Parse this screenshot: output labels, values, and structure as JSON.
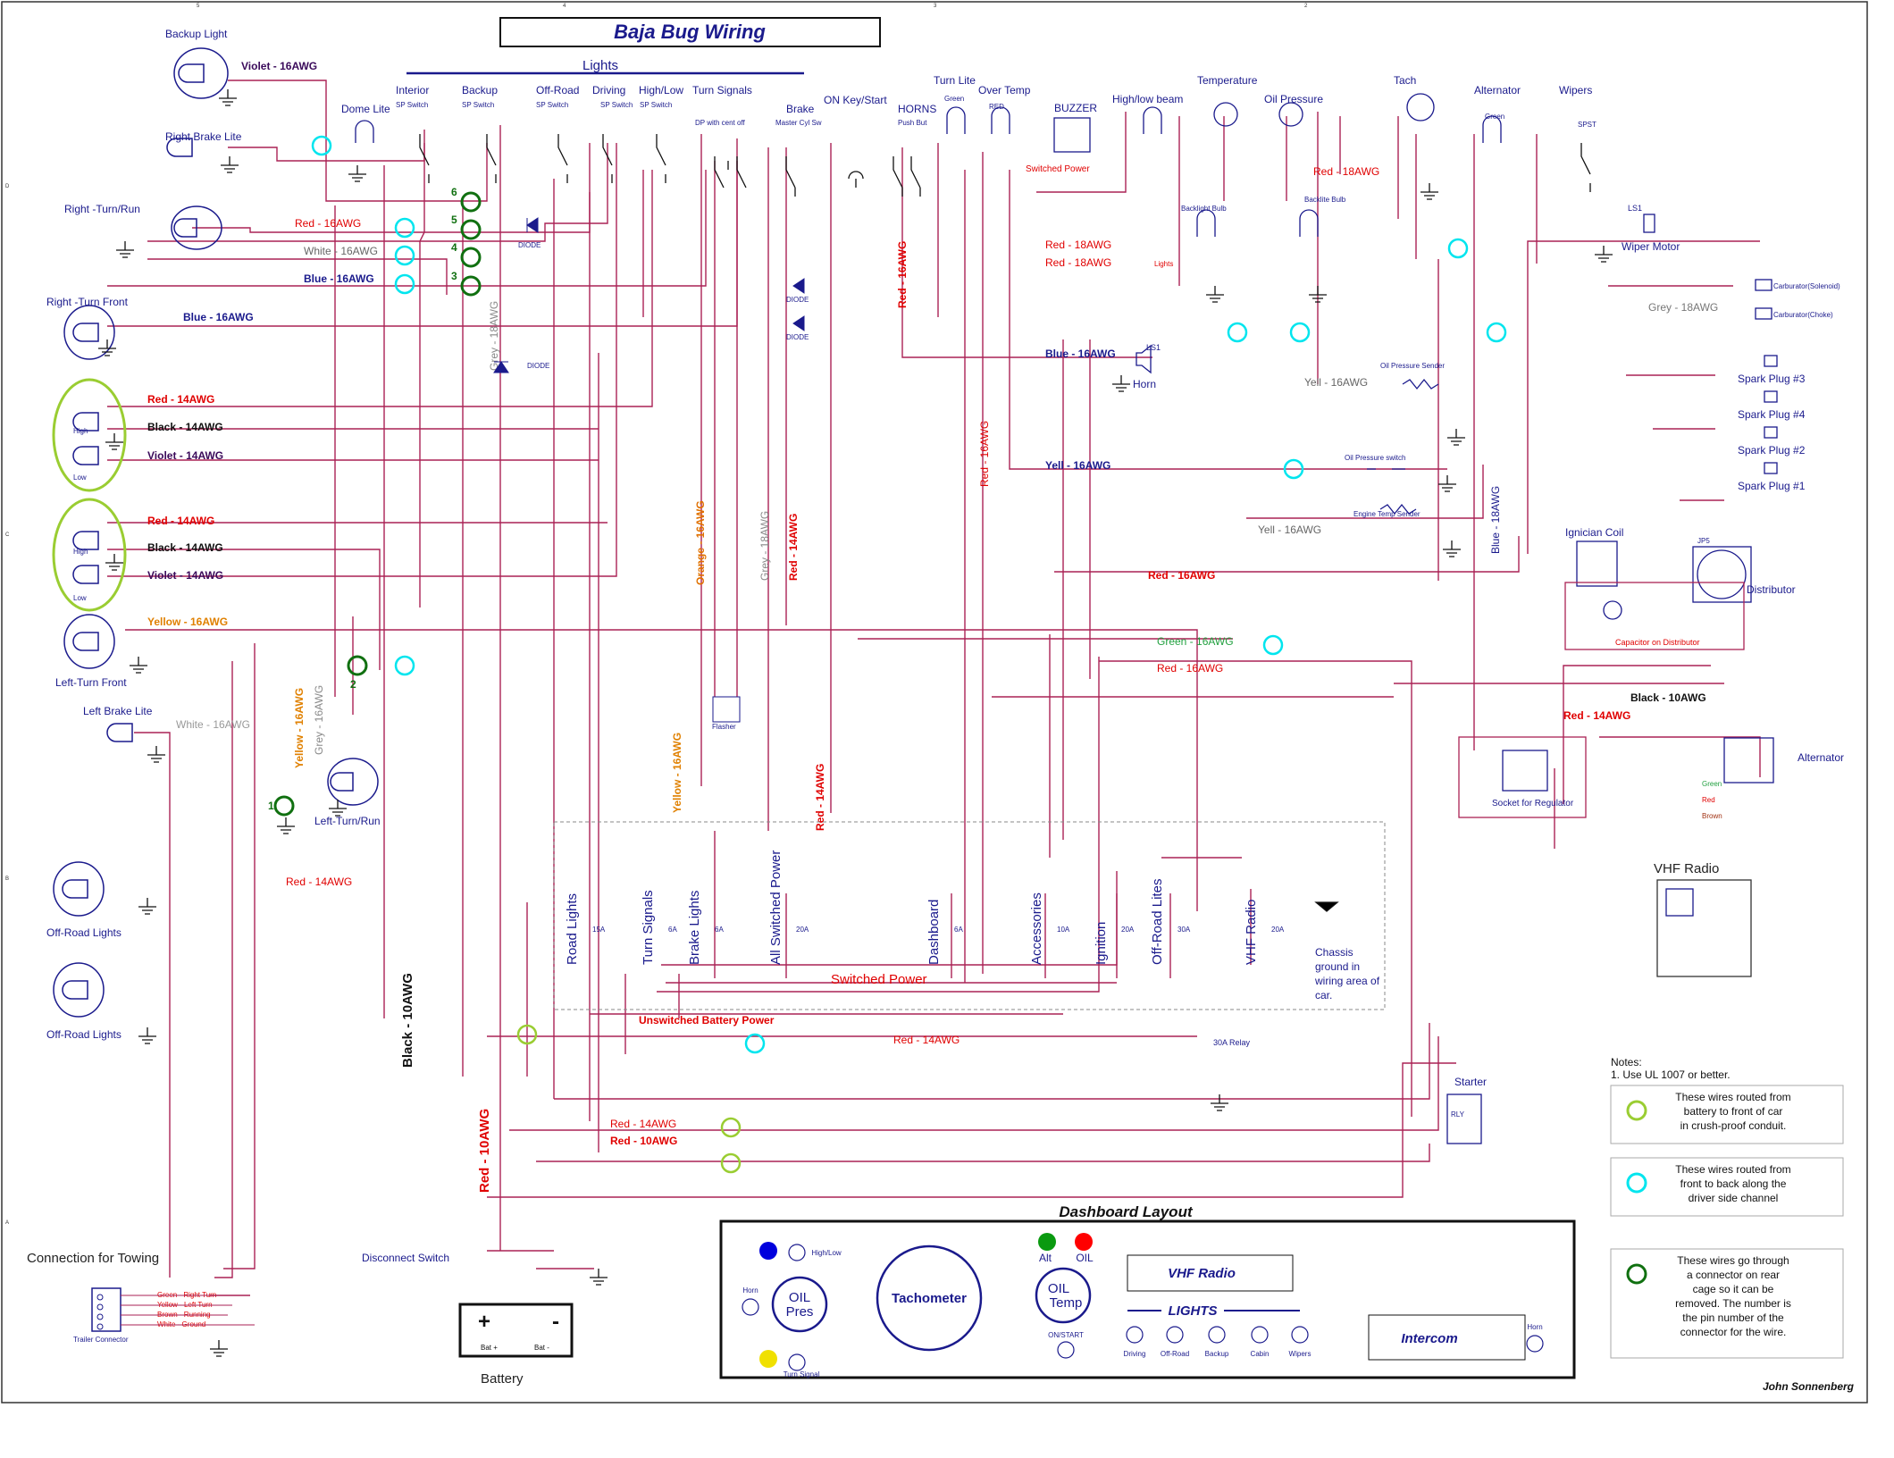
{
  "title": "Baja Bug Wiring",
  "author": "John Sonnenberg",
  "lights_group": "Lights",
  "border": {
    "cols": [
      "5",
      "4",
      "3",
      "2"
    ],
    "rows": [
      "D",
      "C",
      "B",
      "A"
    ]
  },
  "labels": {
    "backup_light": "Backup Light",
    "right_brake": "Right Brake Lite",
    "right_turn_run": "Right -Turn/Run",
    "right_turn_front": "Right -Turn Front",
    "left_turn_front": "Left-Turn Front",
    "left_brake": "Left Brake Lite",
    "left_turn_run": "Left-Turn/Run",
    "offroad1": "Off-Road Lights",
    "offroad2": "Off-Road Lights",
    "towing": "Connection for Towing",
    "trailer_connector": "Trailer Connector",
    "disconnect": "Disconnect Switch",
    "battery": "Battery",
    "bat_plus": "Bat +",
    "bat_minus": "Bat -",
    "dome": "Dome Lite",
    "interior": "Interior",
    "backup": "Backup",
    "offroad": "Off-Road",
    "driving": "Driving",
    "highlow": "High/Low",
    "turnsignals": "Turn Signals",
    "sp_switch": "SP Switch",
    "dp_switch": "DP with cent off",
    "brake": "Brake",
    "master_cyl": "Master Cyl Sw",
    "on_key": "ON Key/Start",
    "horns": "HORNS",
    "push_but": "Push But",
    "turn_lite": "Turn Lite",
    "over_temp": "Over Temp",
    "buzzer": "BUZZER",
    "highlow_beam": "High/low beam",
    "temperature": "Temperature",
    "oil_pressure": "Oil Pressure",
    "tach": "Tach",
    "alternator": "Alternator",
    "wipers": "Wipers",
    "spst": "SPST",
    "wiper_motor": "Wiper Motor",
    "ls1": "LS1",
    "horn": "Horn",
    "backlight_bulb": "Backlight Bulb",
    "backlite_bulb": "Backlite Bulb",
    "green": "Green",
    "red": "RED",
    "switched_power_small": "Switched Power",
    "lights_small": "Lights",
    "diode": "DIODE",
    "flasher": "Flasher",
    "carb_solenoid": "Carburator(Solenoid)",
    "carb_choke": "Carburator(Choke)",
    "spark3": "Spark Plug  #3",
    "spark4": "Spark Plug  #4",
    "spark2": "Spark Plug  #2",
    "spark1": "Spark Plug  #1",
    "ign_coil": "Ignician Coil",
    "distributor": "Distributor",
    "jp5": "JP5",
    "capacitor": "Capacitor on Distributor",
    "oil_sender": "Oil Pressure Sender",
    "oil_switch": "Oil Pressure switch",
    "engine_temp": "Engine Temp Sender",
    "socket_reg": "Socket for Regulator",
    "alternator2": "Alternator",
    "vhf_radio": "VHF Radio",
    "starter": "Starter",
    "rly": "RLY",
    "relay30": "30A Relay",
    "chassis1": "Chassis",
    "chassis2": "ground in",
    "chassis3": "wiring area of",
    "chassis4": "car.",
    "switched_power": "Switched Power",
    "unswitched": "Unswitched Battery Power",
    "high": "High",
    "low": "Low"
  },
  "wires": {
    "violet16_backup": "Violet - 16AWG",
    "red16": "Red - 16AWG",
    "white16": "White - 16AWG",
    "blue16_a": "Blue - 16AWG",
    "blue16_b": "Blue - 16AWG",
    "red14_a": "Red - 14AWG",
    "black14_a": "Black - 14AWG",
    "violet14_a": "Violet - 14AWG",
    "red14_b": "Red - 14AWG",
    "black14_b": "Black - 14AWG",
    "violet14_b": "Violet - 14AWG",
    "yellow16": "Yellow - 16AWG",
    "white16_b": "White - 16AWG",
    "yellow16_v1": "Yellow - 16AWG",
    "grey16_v": "Grey - 16AWG",
    "grey18_v": "Grey - 18AWG",
    "orange16_v": "Orange - 16AWG",
    "grey18_v2": "Grey - 18AWG",
    "red14_v": "Red - 14AWG",
    "yellow16_v2": "Yellow - 16AWG",
    "red14_v2": "Red - 14AWG",
    "red14_v3": "Red - 14AWG",
    "red16_v": "Red - 16AWG",
    "red16_v2": "Red - 16AWG",
    "red18_a": "Red - 18AWG",
    "red18_b": "Red - 18AWG",
    "red18_c": "Red - 18AWG",
    "blue16_horn": "Blue - 16AWG",
    "yell16_a": "Yell - 16AWG",
    "yell16_b": "Yell - 16AWG",
    "yell16_c": "Yell - 16AWG",
    "grey18_carb": "Grey - 18AWG",
    "blue18_v": "Blue - 18AWG",
    "red16_mid": "Red - 16AWG",
    "green16": "Green - 16AWG",
    "red16_b": "Red - 16AWG",
    "black10": "Black - 10AWG",
    "red14_alt": "Red - 14AWG",
    "red14_left": "Red - 14AWG",
    "red14_bot": "Red - 14AWG",
    "red14_bot2": "Red - 14AWG",
    "red10": "Red - 10AWG",
    "black10_v": "Black - 10AWG",
    "red10_v": "Red - 10AWG",
    "green_alt": "Green",
    "red_alt": "Red",
    "brown_alt": "Brown"
  },
  "trailer_wires": [
    "Green - Right Turn",
    "Yellow - Left Turn",
    "Brown - Running",
    "White - Ground"
  ],
  "connector_pins": [
    "6",
    "5",
    "4",
    "3",
    "2",
    "1"
  ],
  "fuse_panel": [
    {
      "label": "Road Lights",
      "rating": "15A"
    },
    {
      "label": "Turn Signals",
      "rating": "6A"
    },
    {
      "label": "Brake Lights",
      "rating": "6A"
    },
    {
      "label": "All Switched Power",
      "rating": "20A"
    },
    {
      "label": "Dashboard",
      "rating": "6A"
    },
    {
      "label": "Accessories",
      "rating": "10A"
    },
    {
      "label": "Ignition",
      "rating": "20A"
    },
    {
      "label": "Off-Road Lites",
      "rating": "30A"
    },
    {
      "label": "VHF Radio",
      "rating": "20A"
    }
  ],
  "dashboard": {
    "title": "Dashboard Layout",
    "tachometer": "Tachometer",
    "oil_pres": [
      "OIL",
      "Pres"
    ],
    "oil_temp": [
      "OIL",
      "Temp"
    ],
    "alt": "Alt",
    "oil": "OIL",
    "high_low": "High/Low",
    "horn": "Horn",
    "turn_signal": "Turn Signal",
    "on_start": "ON/START",
    "vhf": "VHF Radio",
    "lights": "LIGHTS",
    "intercom": "Intercom",
    "switches": [
      "Driving",
      "Off-Road",
      "Backup",
      "Cabin",
      "Wipers"
    ]
  },
  "notes": {
    "title": "Notes:",
    "item": "1. Use UL 1007 or better.",
    "legend": [
      {
        "color": "#9acd32",
        "lines": [
          "These wires routed from",
          "battery to front of car",
          "in crush-proof conduit."
        ]
      },
      {
        "color": "#00e5ee",
        "lines": [
          "These wires routed from",
          "front to back along the",
          "driver side channel"
        ]
      },
      {
        "color": "#107010",
        "lines": [
          "These wires go through",
          "a connector on rear",
          "cage so it can be",
          "removed. The number is",
          "the pin number of the",
          "connector for the wire."
        ]
      }
    ]
  },
  "colors": {
    "wire": "#aa2255",
    "red": "#e00000",
    "blue": "#1a1a8c",
    "violet": "#3a0a5a",
    "orange": "#e07000",
    "grey": "#888888",
    "green": "#22a040",
    "cyan": "#00e5ee",
    "lime": "#9acd32",
    "dkgreen": "#107010",
    "black": "#111111"
  }
}
